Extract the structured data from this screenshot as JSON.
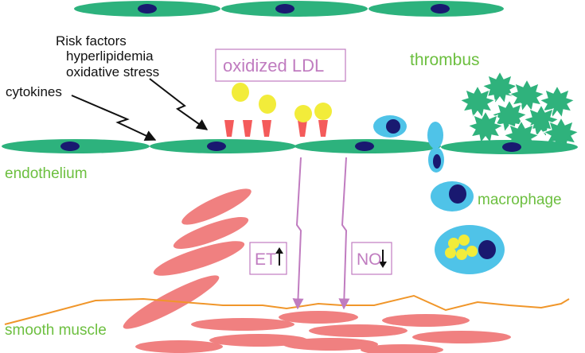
{
  "labels": {
    "risk_factors": "Risk factors",
    "hyperlipidemia": "hyperlipidemia",
    "oxidative_stress": "oxidative stress",
    "cytokines": "cytokines",
    "oxidized_ldl": "oxidized LDL",
    "thrombus": "thrombus",
    "endothelium": "endothelium",
    "macrophage": "macrophage",
    "et": "ET",
    "no": "NO",
    "smooth_muscle": "smooth muscle"
  },
  "colors": {
    "endothelium": "#2db27d",
    "nucleus": "#191970",
    "ldl": "#f2ec3a",
    "receptor": "#f45b5b",
    "macrophage": "#4fc3e8",
    "thrombus": "#2fb27c",
    "smooth_muscle": "#f08080",
    "basement_line": "#f0962a",
    "annotation": "#c07cc0",
    "label_green": "#6cbf3f"
  },
  "arrows": {
    "et_direction": "up",
    "no_direction": "down"
  }
}
